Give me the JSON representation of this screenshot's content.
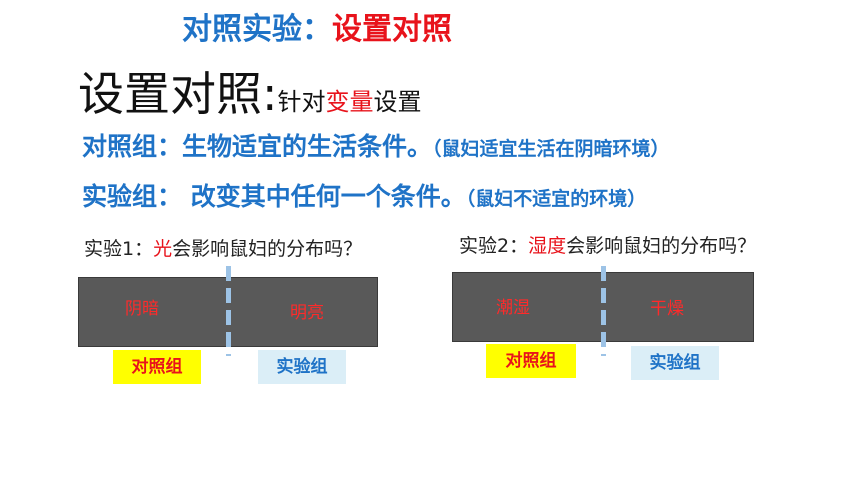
{
  "title": {
    "part1": "对照实验：",
    "part2": "设置对照"
  },
  "subtitle": {
    "main": "设置对照:",
    "prefix": "针对",
    "highlight": "变量",
    "suffix": "设置"
  },
  "control_line": {
    "text": "对照组：生物适宜的生活条件。",
    "note": "（鼠妇适宜生活在阴暗环境）"
  },
  "experimental_line": {
    "text": "实验组： 改变其中任何一个条件。",
    "note": "（鼠妇不适宜的环境）"
  },
  "experiment1": {
    "prefix": "实验1：",
    "variable": "光",
    "suffix": "会影响鼠妇的分布吗？",
    "left_label": "阴暗",
    "right_label": "明亮",
    "control_tag": "对照组",
    "experimental_tag": "实验组"
  },
  "experiment2": {
    "prefix": "实验2：",
    "variable": "湿度",
    "suffix": "会影响鼠妇的分布吗？",
    "left_label": "潮湿",
    "right_label": "干燥",
    "control_tag": "对照组",
    "experimental_tag": "实验组"
  },
  "colors": {
    "blue": "#1f73c7",
    "red": "#e8131b",
    "bar": "#595959",
    "yellow": "#ffff00",
    "light_blue": "#dbeef7"
  }
}
